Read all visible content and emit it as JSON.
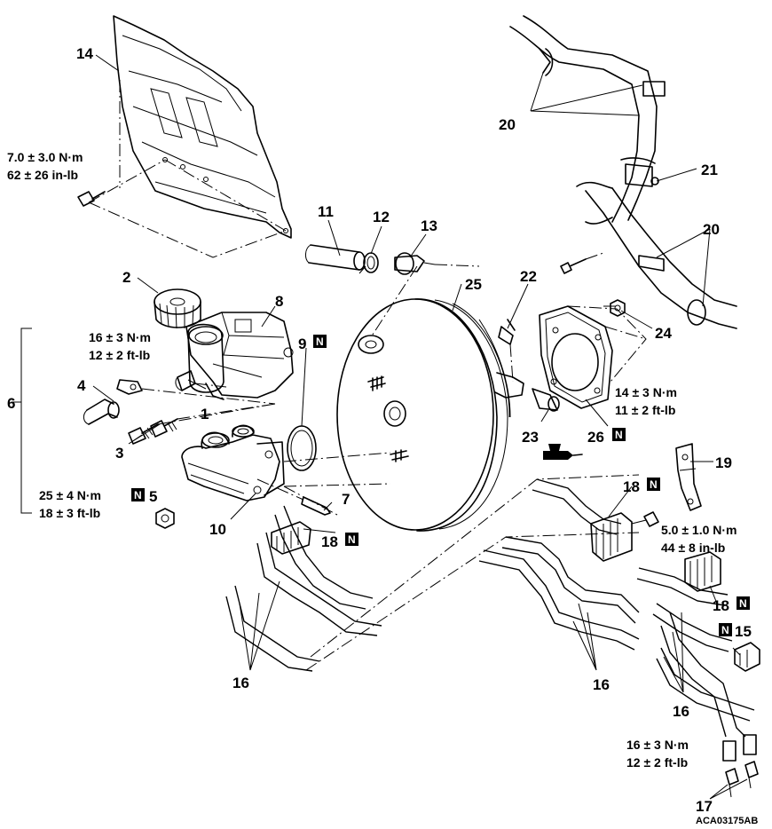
{
  "callouts": {
    "c1": "1",
    "c2": "2",
    "c3": "3",
    "c4": "4",
    "c5": "5",
    "c6": "6",
    "c7": "7",
    "c8": "8",
    "c9": "9",
    "c10": "10",
    "c11": "11",
    "c12": "12",
    "c13": "13",
    "c14": "14",
    "c15": "15",
    "c16a": "16",
    "c16b": "16",
    "c16c": "16",
    "c17": "17",
    "c18a": "18",
    "c18b": "18",
    "c18c": "18",
    "c19": "19",
    "c20a": "20",
    "c20b": "20",
    "c21": "21",
    "c22": "22",
    "c23": "23",
    "c24": "24",
    "c25": "25",
    "c26": "26"
  },
  "torque_specs": {
    "s14_nm": "7.0 ± 3.0 N·m",
    "s14_in": "62 ± 26 in-lb",
    "s3_nm": "16 ± 3 N·m",
    "s3_ft": "12 ± 2 ft-lb",
    "s5_nm": "25 ± 4 N·m",
    "s5_ft": "18 ± 3 ft-lb",
    "s24_nm": "14 ± 3 N·m",
    "s24_ft": "11 ± 2 ft-lb",
    "s18_nm": "5.0 ± 1.0 N·m",
    "s18_in": "44 ± 8 in-lb",
    "s17_nm": "16 ± 3 N·m",
    "s17_ft": "12 ± 2 ft-lb"
  },
  "marker": "N",
  "figure_code": "ACA03175AB"
}
